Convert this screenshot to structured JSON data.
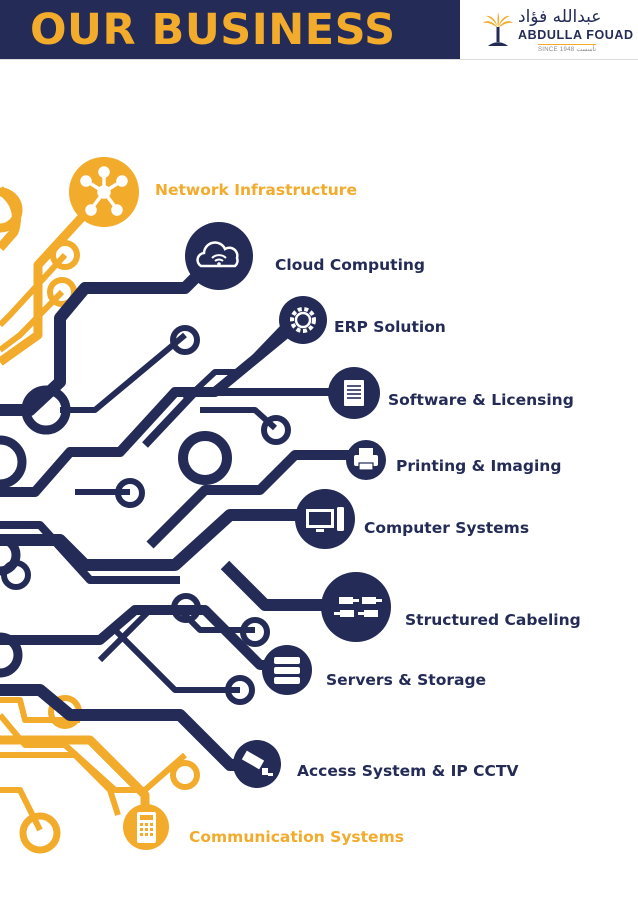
{
  "header": {
    "title": "OUR BUSINESS",
    "logo": {
      "arabic_name": "عبدالله فؤاد",
      "english_name": "ABDULLA FOUAD",
      "tagline": "SINCE 1948 تأسست",
      "icon": "palm-tree-logo-icon"
    }
  },
  "colors": {
    "navy": "#232b56",
    "gold": "#f2ab2b",
    "background": "#ffffff"
  },
  "services": [
    {
      "label": "Network Infrastructure",
      "icon": "network-hub-icon",
      "color": "gold"
    },
    {
      "label": "Cloud Computing",
      "icon": "cloud-wifi-icon",
      "color": "navy"
    },
    {
      "label": "ERP Solution",
      "icon": "gear-icon",
      "color": "navy"
    },
    {
      "label": "Software & Licensing",
      "icon": "document-icon",
      "color": "navy"
    },
    {
      "label": "Printing & Imaging",
      "icon": "printer-icon",
      "color": "navy"
    },
    {
      "label": "Computer Systems",
      "icon": "desktop-computer-icon",
      "color": "navy"
    },
    {
      "label": "Structured Cabeling",
      "icon": "cable-connectors-icon",
      "color": "navy"
    },
    {
      "label": "Servers & Storage",
      "icon": "server-rack-icon",
      "color": "navy"
    },
    {
      "label": "Access System & IP CCTV",
      "icon": "cctv-camera-icon",
      "color": "navy"
    },
    {
      "label": "Communication Systems",
      "icon": "desk-phone-icon",
      "color": "gold"
    }
  ]
}
